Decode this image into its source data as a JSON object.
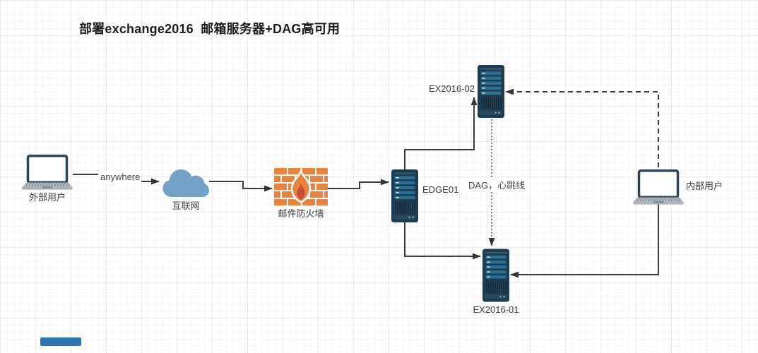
{
  "title": "部署exchange2016  邮箱服务器+DAG高可用",
  "nodes": {
    "external_user": {
      "label": "外部用户",
      "icon": "laptop-icon"
    },
    "internet": {
      "label": "互联网",
      "icon": "cloud-icon"
    },
    "mail_firewall": {
      "label": "邮件防火墙",
      "icon": "firewall-icon"
    },
    "edge01": {
      "label": "EDGE01",
      "icon": "server-tower-icon"
    },
    "ex2016_02": {
      "label": "EX2016-02",
      "icon": "server-tower-icon"
    },
    "ex2016_01": {
      "label": "EX2016-01",
      "icon": "server-tower-icon"
    },
    "internal_user": {
      "label": "内部用户",
      "icon": "laptop-icon"
    }
  },
  "connections": [
    {
      "from": "external_user",
      "to": "internet",
      "label": "anywhere",
      "style": "solid"
    },
    {
      "from": "internet",
      "to": "mail_firewall",
      "label": "",
      "style": "solid"
    },
    {
      "from": "mail_firewall",
      "to": "edge01",
      "label": "",
      "style": "solid"
    },
    {
      "from": "edge01",
      "to": "ex2016_02",
      "label": "",
      "style": "solid"
    },
    {
      "from": "edge01",
      "to": "ex2016_01",
      "label": "",
      "style": "solid"
    },
    {
      "from": "ex2016_02",
      "to": "ex2016_01",
      "label": "DAG，心跳线",
      "style": "dotted"
    },
    {
      "from": "internal_user",
      "to": "ex2016_02",
      "label": "",
      "style": "dashed"
    },
    {
      "from": "internal_user",
      "to": "ex2016_01",
      "label": "",
      "style": "solid"
    }
  ],
  "colors": {
    "cloud": "#74a2c7",
    "firewall_brick": "#e8823f",
    "firewall_flame_inner": "#c84e37",
    "server_body": "#1e3c50",
    "server_slot": "#2b7094",
    "laptop_frame": "#2c4456",
    "laptop_base": "#b6bdc3",
    "connector": "#3b3b3b",
    "partial_shape": "#2e75b6",
    "title_text": "#1d1d1d",
    "label_text": "#3b3b3b"
  }
}
